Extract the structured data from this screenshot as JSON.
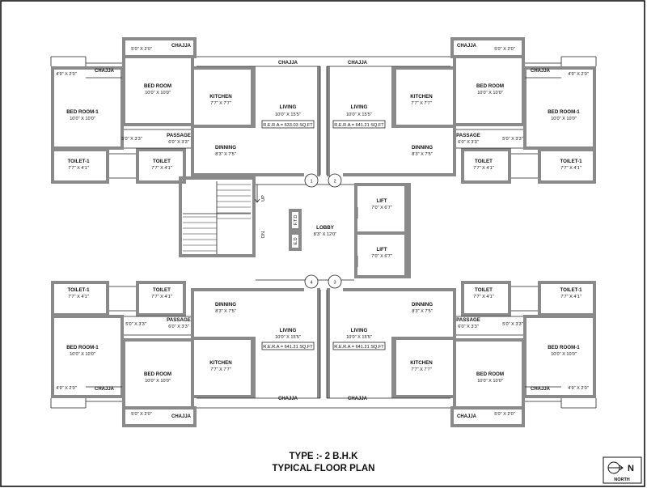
{
  "title": {
    "line1": "TYPE :- 2 B.H.K",
    "line2": "TYPICAL FLOOR PLAN"
  },
  "north": {
    "letter": "N",
    "label": "NORTH"
  },
  "icons": {
    "north_arrow": "compass-north-icon",
    "stair_arrow": "arrow-icon"
  },
  "core": {
    "lobby": {
      "name": "LOBBY",
      "dim": "8'3\" X 12'0\""
    },
    "lift1": {
      "name": "LIFT",
      "dim": "7'0\" X 6'7\""
    },
    "lift2": {
      "name": "LIFT",
      "dim": "7'0\" X 6'7\""
    },
    "up": "UP",
    "dn": "DN",
    "ftd": "F.T.D",
    "ed": "E.D"
  },
  "flats": {
    "f1": {
      "number": "1",
      "chajja_top": "CHAJJA",
      "balcony": "5'0\" X 2'0\"",
      "chajja_small": "CHAJJA",
      "bed1_ext": "4'9\" X 2'0\"",
      "chajja_side": "CHAJJA",
      "bedroom": {
        "name": "BED ROOM",
        "dim": "10'0\" X 10'0\""
      },
      "kitchen": {
        "name": "KITCHEN",
        "dim": "7'7\" X 7'7\""
      },
      "living": {
        "name": "LIVING",
        "dim": "10'0\" X 15'5\""
      },
      "rera": "R.E.R.A = 633.03 SQ.FT",
      "bed1": {
        "name": "BED ROOM-1",
        "dim": "10'0\" X 10'0\""
      },
      "pass_small": "5'0\" X 3'3\"",
      "passage": {
        "name": "PASSAGE",
        "dim": "6'0\" X 3'3\""
      },
      "dinning": {
        "name": "DINNING",
        "dim": "8'3\" X 7'5\""
      },
      "toilet1": {
        "name": "TOILET-1",
        "dim": "7'7\" X 4'1\""
      },
      "toilet": {
        "name": "TOILET",
        "dim": "7'7\" X 4'1\""
      }
    },
    "f2": {
      "number": "2",
      "chajja_top": "CHAJJA",
      "balcony": "5'0\" X 2'0\"",
      "chajja_small": "CHAJJA",
      "bed1_ext": "4'9\" X 2'0\"",
      "chajja_side": "CHAJJA",
      "bedroom": {
        "name": "BED ROOM",
        "dim": "10'0\" X 10'0\""
      },
      "kitchen": {
        "name": "KITCHEN",
        "dim": "7'7\" X 7'7\""
      },
      "living": {
        "name": "LIVING",
        "dim": "10'0\" X 15'5\""
      },
      "rera": "R.E.R.A = 641.21 SQ.FT",
      "bed1": {
        "name": "BED ROOM-1",
        "dim": "10'0\" X 10'0\""
      },
      "pass_small": "5'0\" X 3'3\"",
      "passage": {
        "name": "PASSAGE",
        "dim": "6'0\" X 3'3\""
      },
      "dinning": {
        "name": "DINNING",
        "dim": "8'3\" X 7'5\""
      },
      "toilet1": {
        "name": "TOILET-1",
        "dim": "7'7\" X 4'1\""
      },
      "toilet": {
        "name": "TOILET",
        "dim": "7'7\" X 4'1\""
      }
    },
    "f3": {
      "number": "3",
      "chajja_top": "CHAJJA",
      "balcony": "5'0\" X 2'0\"",
      "chajja_small": "CHAJJA",
      "bed1_ext": "4'9\" X 2'0\"",
      "chajja_side": "CHAJJA",
      "bedroom": {
        "name": "BED ROOM",
        "dim": "10'0\" X 10'0\""
      },
      "kitchen": {
        "name": "KITCHEN",
        "dim": "7'7\" X 7'7\""
      },
      "living": {
        "name": "LIVING",
        "dim": "10'0\" X 15'5\""
      },
      "rera": "R.E.R.A = 641.21 SQ.FT",
      "bed1": {
        "name": "BED ROOM-1",
        "dim": "10'0\" X 10'0\""
      },
      "pass_small": "5'0\" X 3'3\"",
      "passage": {
        "name": "PASSAGE",
        "dim": "6'0\" X 3'3\""
      },
      "dinning": {
        "name": "DINNING",
        "dim": "8'3\" X 7'5\""
      },
      "toilet1": {
        "name": "TOILET-1",
        "dim": "7'7\" X 4'1\""
      },
      "toilet": {
        "name": "TOILET",
        "dim": "7'7\" X 4'1\""
      }
    },
    "f4": {
      "number": "4",
      "chajja_top": "CHAJJA",
      "balcony": "5'0\" X 2'0\"",
      "chajja_small": "CHAJJA",
      "bed1_ext": "4'9\" X 2'0\"",
      "chajja_side": "CHAJJA",
      "bedroom": {
        "name": "BED ROOM",
        "dim": "10'0\" X 10'0\""
      },
      "kitchen": {
        "name": "KITCHEN",
        "dim": "7'7\" X 7'7\""
      },
      "living": {
        "name": "LIVING",
        "dim": "10'0\" X 15'5\""
      },
      "rera": "R.E.R.A = 641.21 SQ.FT",
      "bed1": {
        "name": "BED ROOM-1",
        "dim": "10'0\" X 10'0\""
      },
      "pass_small": "5'0\" X 3'3\"",
      "passage": {
        "name": "PASSAGE",
        "dim": "6'0\" X 3'3\""
      },
      "dinning": {
        "name": "DINNING",
        "dim": "8'3\" X 7'5\""
      },
      "toilet1": {
        "name": "TOILET-1",
        "dim": "7'7\" X 4'1\""
      },
      "toilet": {
        "name": "TOILET",
        "dim": "7'7\" X 4'1\""
      }
    }
  }
}
